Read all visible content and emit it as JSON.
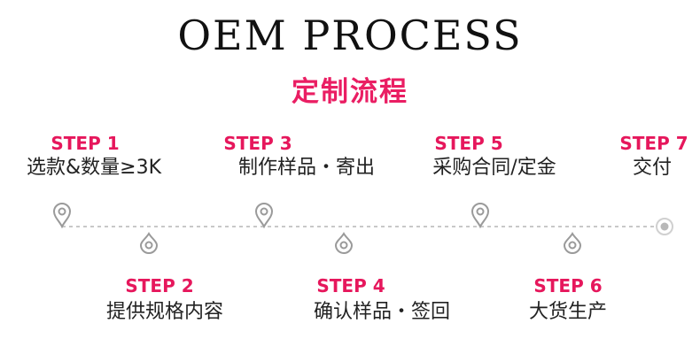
{
  "header": {
    "title": "OEM PROCESS",
    "subtitle": "定制流程"
  },
  "steps": [
    {
      "label": "STEP 1",
      "text": "选款&数量≥3K",
      "position": "top"
    },
    {
      "label": "STEP 2",
      "text": "提供规格内容",
      "position": "bottom"
    },
    {
      "label": "STEP 3",
      "text": "制作样品・寄出",
      "position": "top"
    },
    {
      "label": "STEP 4",
      "text": "确认样品・签回",
      "position": "bottom"
    },
    {
      "label": "STEP 5",
      "text": "采购合同/定金",
      "position": "top"
    },
    {
      "label": "STEP 6",
      "text": "大货生产",
      "position": "bottom"
    },
    {
      "label": "STEP 7",
      "text": "交付",
      "position": "top"
    }
  ],
  "colors": {
    "accent": "#e6175c",
    "line": "#c8c8c8",
    "icon": "#9a9a9a"
  },
  "icons": {
    "step_marker": "map-pin-icon",
    "end_marker": "end-dot-icon"
  }
}
